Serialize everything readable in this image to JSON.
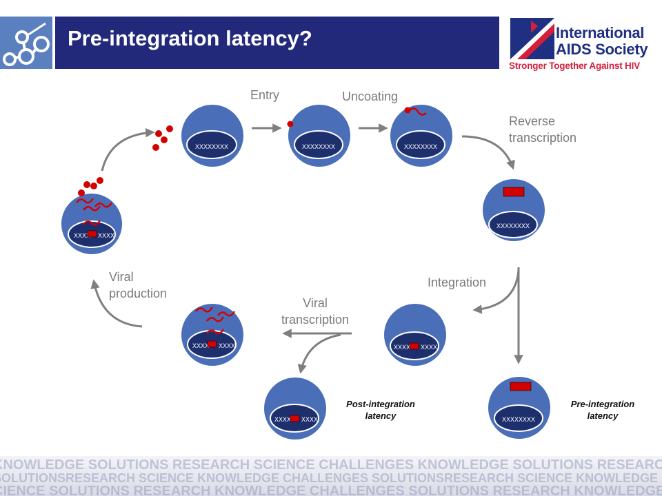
{
  "header": {
    "title": "Pre-integration latency?"
  },
  "logo": {
    "name_line1": "International",
    "name_line2": "AIDS Society",
    "tagline": "Stronger Together Against HIV"
  },
  "labels": {
    "entry": "Entry",
    "uncoating": "Uncoating",
    "reverse_transcription_1": "Reverse",
    "reverse_transcription_2": "transcription",
    "integration": "Integration",
    "viral_transcription_1": "Viral",
    "viral_transcription_2": "transcription",
    "viral_production_1": "Viral",
    "viral_production_2": "production",
    "post_latency_1": "Post-integration",
    "post_latency_2": "latency",
    "pre_latency_1": "Pre-integration",
    "pre_latency_2": "latency"
  },
  "dna_text": {
    "plain": "XXXXXXXX",
    "split_left": "XXXX",
    "split_right": "XXXX"
  },
  "footer": {
    "row1": "KNOWLEDGE SOLUTIONS RESEARCH SCIENCE CHALLENGES KNOWLEDGE SOLUTIONS RESEARCH SCIENCE CHALLENGES KNOWLEDGE SCIENCE",
    "row2": "SOLUTIONSRESEARCH SCIENCE KNOWLEDGE CHALLENGES SOLUTIONSRESEARCH SCIENCE KNOWLEDGE CHALLENGES SOLUTIONS",
    "row3": "CIENCE SOLUTIONS RESEARCH KNOWLEDGE CHALLENGES SOLUTIONS RESEARCH KNOWLEDGE CHALLENGES SCIENCE"
  },
  "colors": {
    "title_bar": "#23297a",
    "cell_fill": "#4a6fb8",
    "nucleus_fill": "#1e2f6e",
    "virus_red": "#d40000",
    "arrow_gray": "#7f7f7f",
    "logo_blue": "#1f2f82",
    "logo_red": "#d21f3c"
  }
}
